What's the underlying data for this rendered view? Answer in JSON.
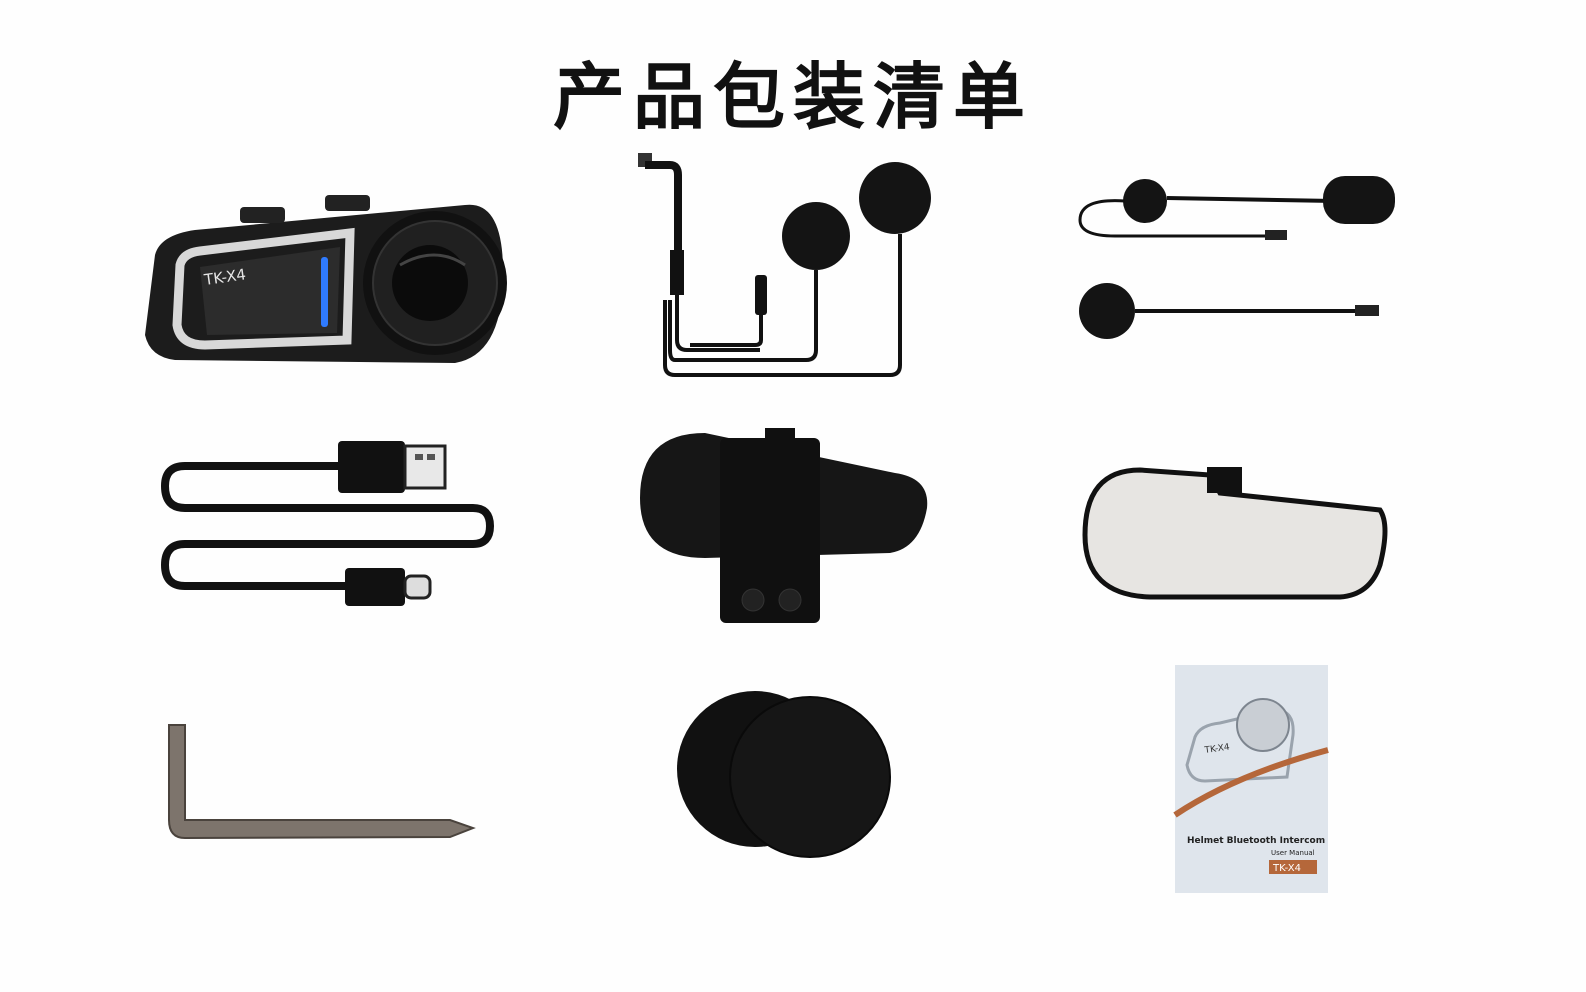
{
  "page": {
    "title": "产品包装清单"
  },
  "items": {
    "main_unit": {
      "model_label": "TK-X4"
    },
    "manual": {
      "title_line": "Helmet Bluetooth Intercom",
      "subtitle_line": "User Manual",
      "model_label": "TK-X4",
      "cover_model_label": "TK-X4"
    }
  },
  "colors": {
    "background": "#fefefe",
    "device_body": "#1a1a1a",
    "indicator_blue": "#2f7bff",
    "manual_accent": "#b5673a"
  },
  "icons": [
    "intercom-unit-icon",
    "headset-wire-icon",
    "microphone-headset-icon",
    "usb-cable-icon",
    "mount-clip-icon",
    "adhesive-base-icon",
    "hex-key-icon",
    "velcro-pads-icon",
    "user-manual-icon"
  ]
}
